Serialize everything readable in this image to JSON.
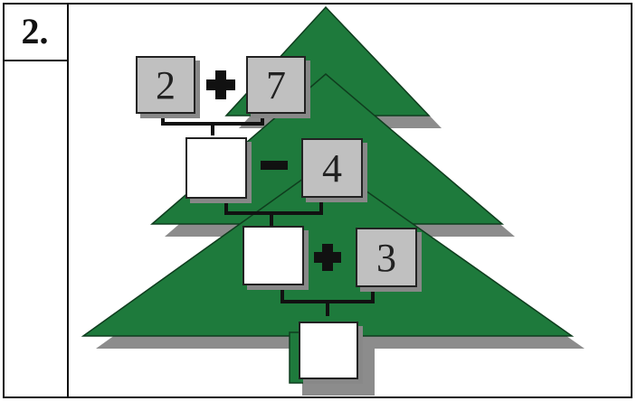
{
  "problem": {
    "number": "2."
  },
  "puzzle": {
    "row1": {
      "left": "2",
      "operator": "plus",
      "right": "7"
    },
    "row2": {
      "left": "",
      "operator": "minus",
      "right": "4"
    },
    "row3": {
      "left": "",
      "operator": "plus",
      "right": "3"
    },
    "row4": {
      "answer": ""
    }
  },
  "colors": {
    "tree": "#1e7a3c",
    "shadow": "#8c8c8c",
    "box_fill": "#c0c0c0",
    "blank_fill": "#ffffff"
  },
  "icons": [
    "plus-icon",
    "minus-icon",
    "bracket-connector"
  ]
}
